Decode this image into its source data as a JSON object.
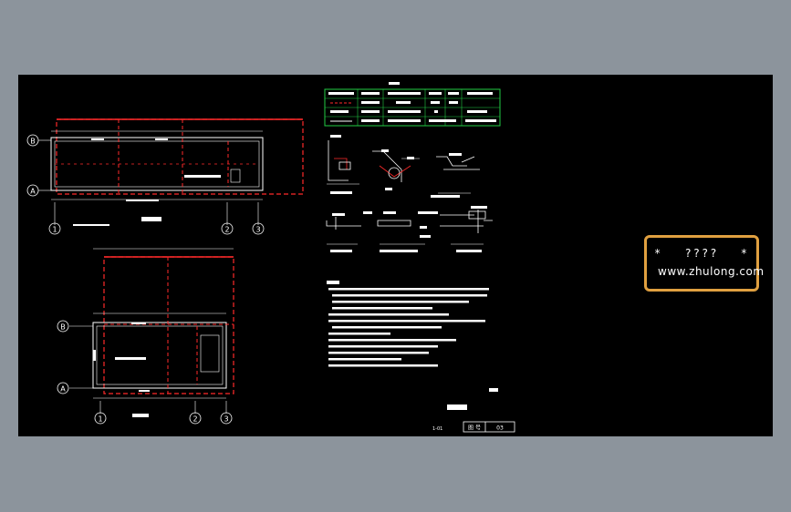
{
  "drawing": {
    "axis_labels": {
      "top_plan": {
        "row_b": "B",
        "row_a": "A",
        "col_1": "1",
        "col_2": "2",
        "col_3": "3"
      },
      "bottom_plan": {
        "row_b": "B",
        "row_a": "A",
        "col_1": "1",
        "col_2": "2",
        "col_3": "3"
      }
    },
    "title_block": {
      "left": "1-01",
      "mid": "图 号",
      "right": "03"
    }
  },
  "watermark": {
    "stars": [
      "*",
      "????",
      "*"
    ],
    "url": "www.zhulong.com"
  },
  "colors": {
    "background": "#8c949c",
    "canvas": "#000000",
    "grounding_line": "#ff2a2a",
    "table_border": "#22cc44",
    "watermark_border": "#e0a040"
  }
}
